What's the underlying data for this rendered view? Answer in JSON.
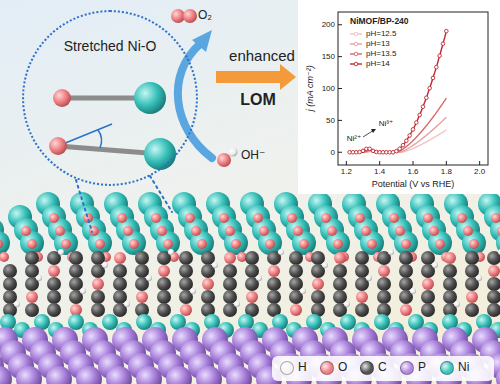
{
  "diagram": {
    "nodes": [
      {
        "text": [
          "Stretched Ni-O"
        ]
      }
    ],
    "labels": [
      "O₂",
      "enhanced",
      "LOM",
      "OH⁻",
      "NiMOF/BP-240",
      "Ni²⁺",
      "Ni³⁺",
      "j (mA cm⁻²)",
      "Potential (V vs RHE)",
      "1.2",
      "1.4",
      "1.6",
      "1.8",
      "2.0",
      "0",
      "50",
      "100",
      "150",
      "200"
    ],
    "legend": [
      {
        "text": "pH=12.5"
      },
      {
        "text": "pH=13"
      },
      {
        "text": "pH=13.5"
      },
      {
        "text": "pH=14"
      },
      {
        "text": "H",
        "color": "#f4f4f4"
      },
      {
        "text": "O",
        "color": "#ee8084"
      },
      {
        "text": "C",
        "color": "#555555"
      },
      {
        "text": "P",
        "color": "#b48ae0"
      },
      {
        "text": "Ni",
        "color": "#3cc4be"
      }
    ]
  }
}
